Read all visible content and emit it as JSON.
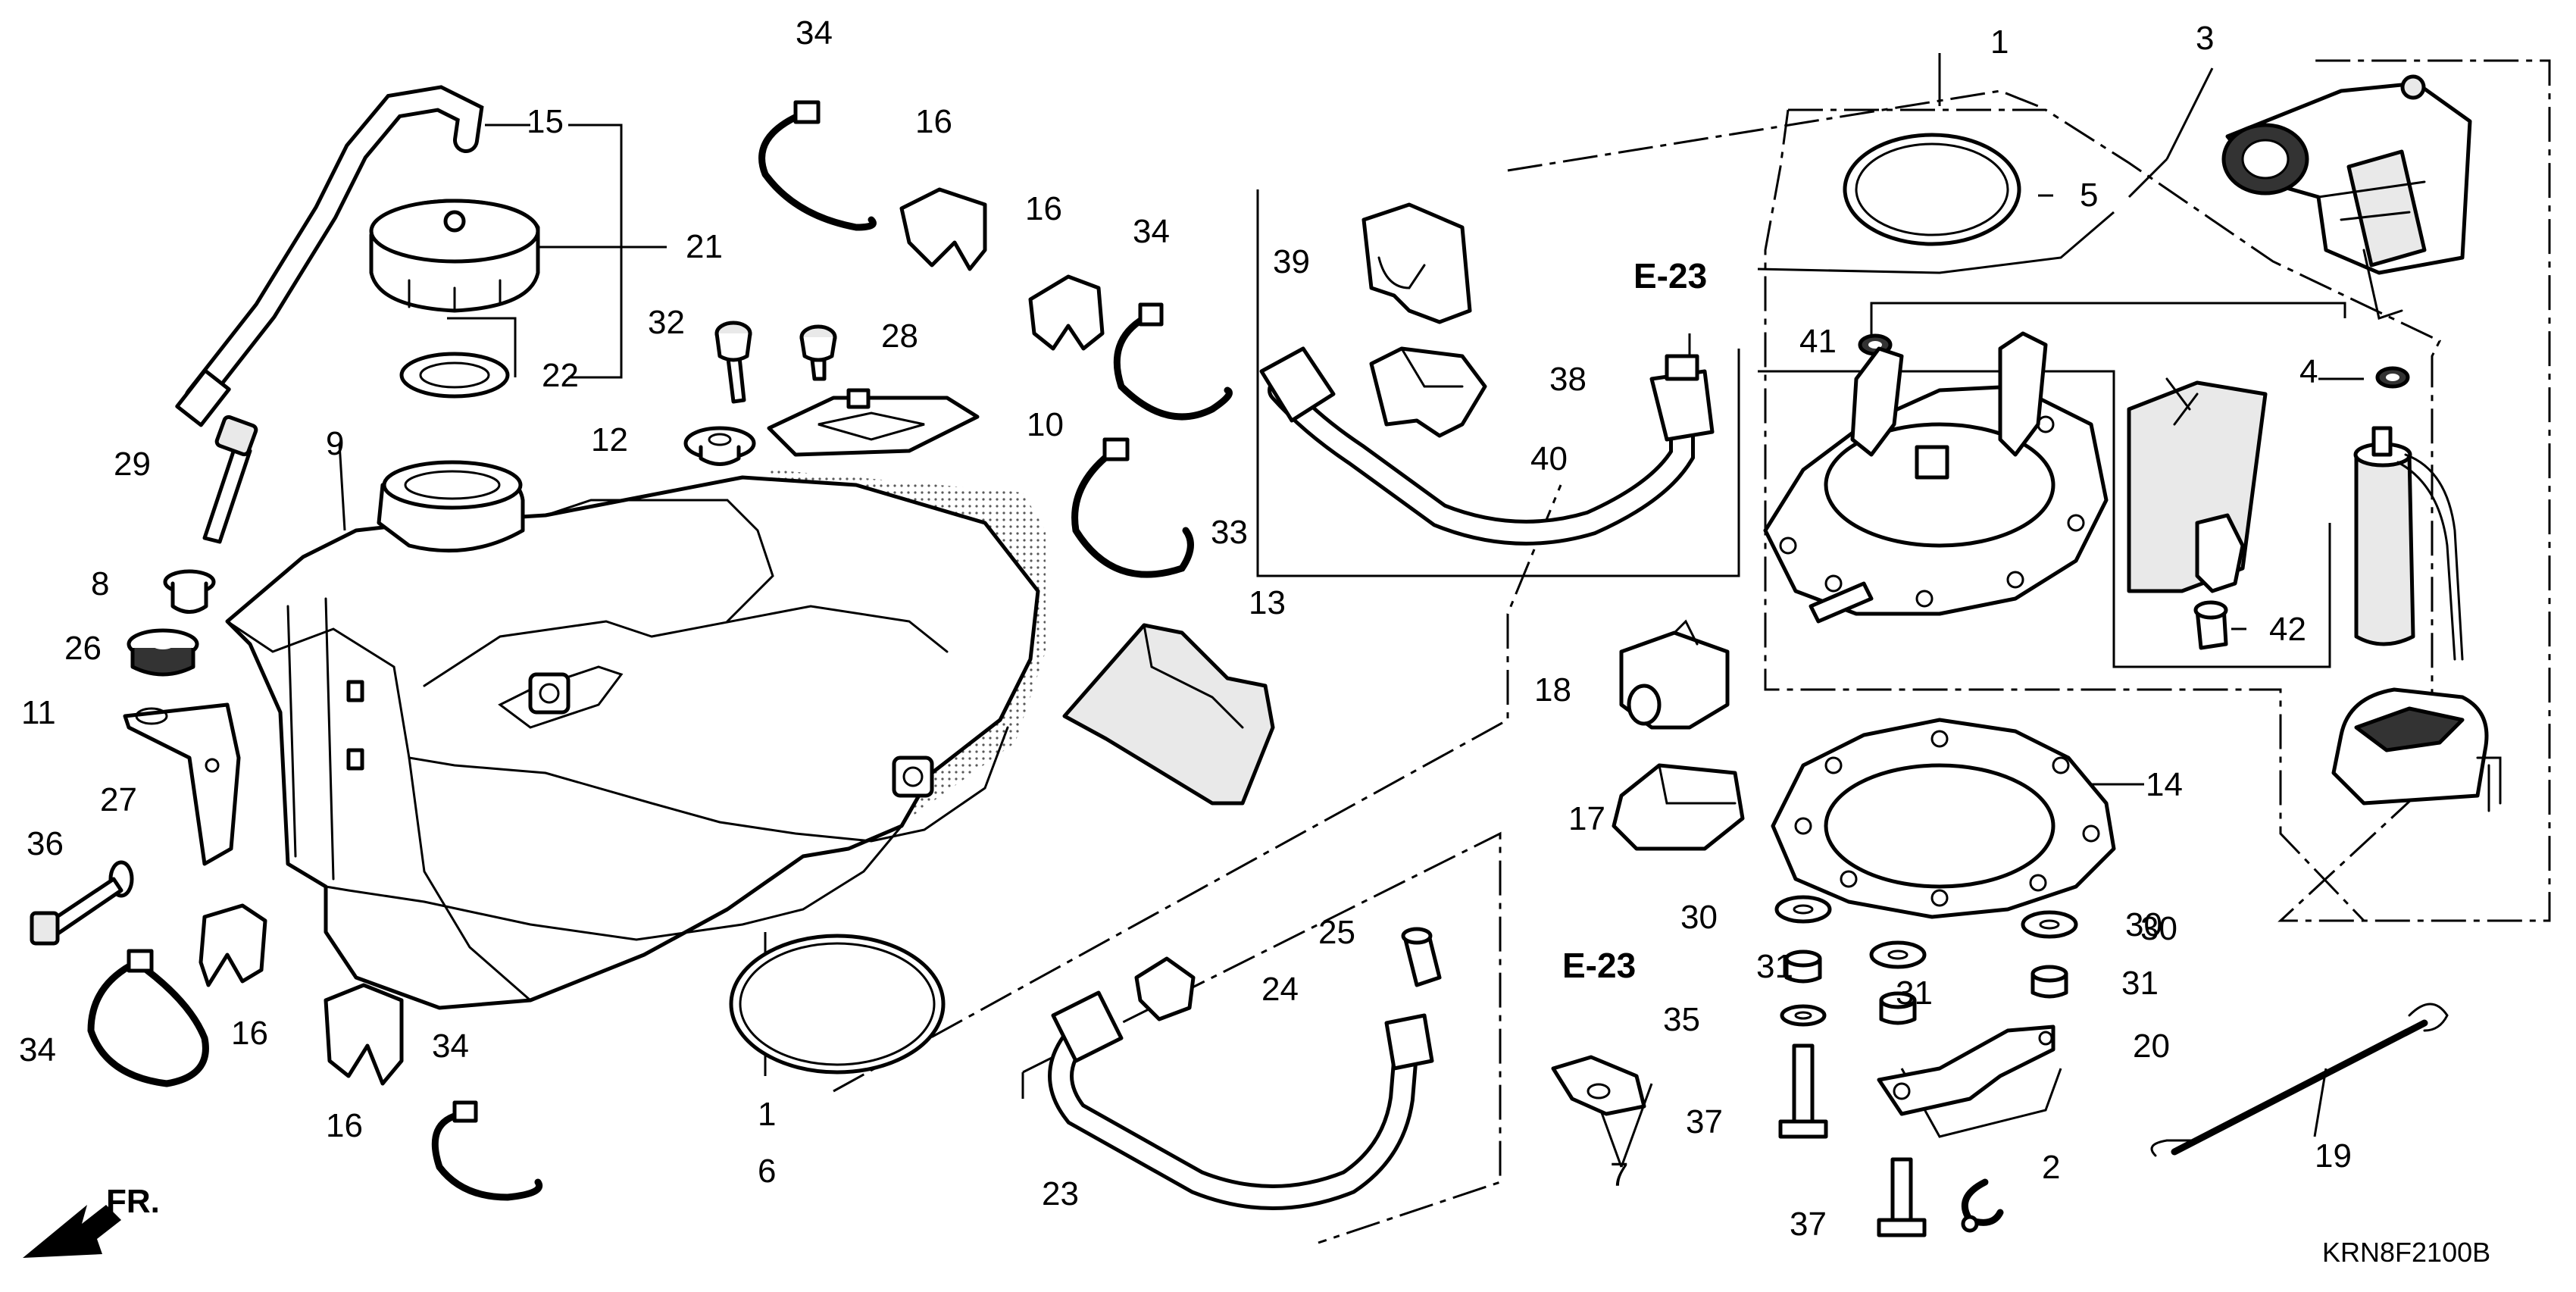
{
  "diagram_code": "KRN8F2100B",
  "direction_label": "FR.",
  "references": [
    "E-23",
    "E-23"
  ],
  "callouts": [
    "1",
    "1",
    "2",
    "3",
    "4",
    "5",
    "6",
    "7",
    "8",
    "9",
    "10",
    "11",
    "12",
    "13",
    "14",
    "15",
    "16",
    "16",
    "16",
    "16",
    "17",
    "18",
    "19",
    "20",
    "21",
    "22",
    "23",
    "24",
    "25",
    "26",
    "27",
    "28",
    "29",
    "30",
    "30",
    "30",
    "31",
    "31",
    "31",
    "32",
    "33",
    "34",
    "34",
    "34",
    "34",
    "35",
    "36",
    "37",
    "37",
    "38",
    "39",
    "40",
    "41",
    "42"
  ]
}
